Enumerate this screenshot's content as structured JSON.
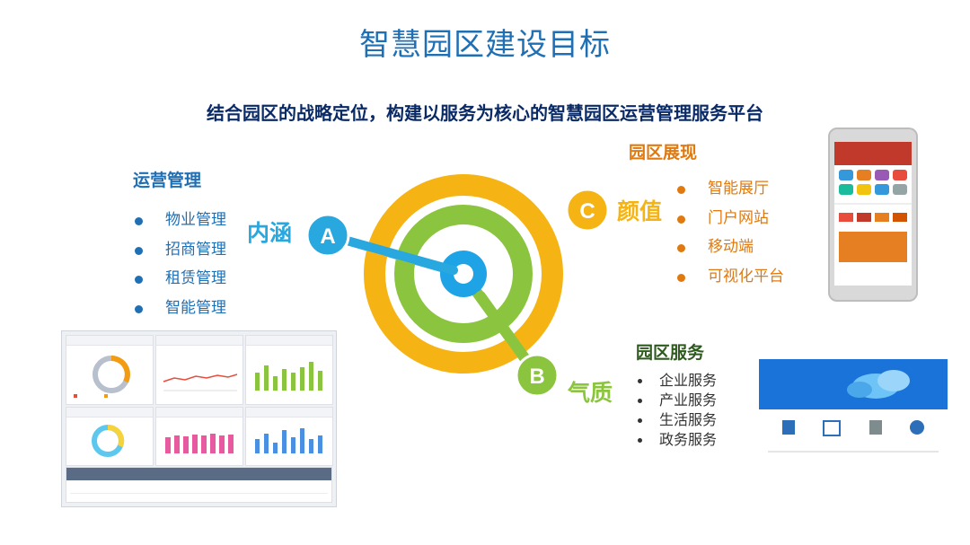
{
  "title": "智慧园区建设目标",
  "subtitle": "结合园区的战略定位，构建以服务为核心的智慧园区运营管理服务平台",
  "operations": {
    "heading": "运营管理",
    "items": [
      "物业管理",
      "招商管理",
      "租赁管理",
      "智能管理"
    ]
  },
  "display": {
    "heading": "园区展现",
    "items": [
      "智能展厅",
      "门户网站",
      "移动端",
      "可视化平台"
    ]
  },
  "services": {
    "heading": "园区服务",
    "items": [
      "企业服务",
      "产业服务",
      "生活服务",
      "政务服务"
    ]
  },
  "labels": {
    "a_letter": "A",
    "a_text": "内涵",
    "b_letter": "B",
    "b_text": "气质",
    "c_letter": "C",
    "c_text": "颜值"
  },
  "colors": {
    "title_blue": "#1f6fb5",
    "subtitle_navy": "#0a2a66",
    "ring_orange": "#f6b414",
    "ring_green": "#8bc53f",
    "core_blue": "#1ea3e6",
    "label_a": "#29a8e0",
    "label_b": "#8bc53f",
    "label_c": "#f6b414"
  }
}
